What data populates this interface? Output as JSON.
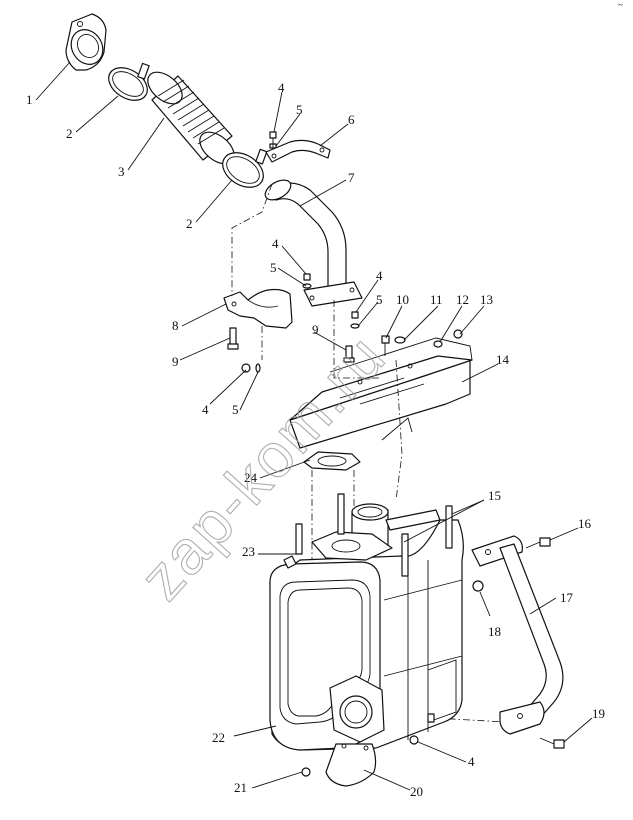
{
  "watermark": "zap-kom.ru",
  "corner_mark": "~",
  "callouts": [
    {
      "id": "c1",
      "text": "1"
    },
    {
      "id": "c2a",
      "text": "2"
    },
    {
      "id": "c3",
      "text": "3"
    },
    {
      "id": "c2b",
      "text": "2"
    },
    {
      "id": "c4a",
      "text": "4"
    },
    {
      "id": "c5a",
      "text": "5"
    },
    {
      "id": "c6",
      "text": "6"
    },
    {
      "id": "c7",
      "text": "7"
    },
    {
      "id": "c4b",
      "text": "4"
    },
    {
      "id": "c5b",
      "text": "5"
    },
    {
      "id": "c4c",
      "text": "4"
    },
    {
      "id": "c5c",
      "text": "5"
    },
    {
      "id": "c8",
      "text": "8"
    },
    {
      "id": "c9a",
      "text": "9"
    },
    {
      "id": "c9b",
      "text": "9"
    },
    {
      "id": "c4d",
      "text": "4"
    },
    {
      "id": "c5d",
      "text": "5"
    },
    {
      "id": "c10",
      "text": "10"
    },
    {
      "id": "c11",
      "text": "11"
    },
    {
      "id": "c12",
      "text": "12"
    },
    {
      "id": "c13",
      "text": "13"
    },
    {
      "id": "c14",
      "text": "14"
    },
    {
      "id": "c24",
      "text": "24"
    },
    {
      "id": "c15",
      "text": "15"
    },
    {
      "id": "c16",
      "text": "16"
    },
    {
      "id": "c23",
      "text": "23"
    },
    {
      "id": "c17",
      "text": "17"
    },
    {
      "id": "c18",
      "text": "18"
    },
    {
      "id": "c22",
      "text": "22"
    },
    {
      "id": "c19",
      "text": "19"
    },
    {
      "id": "c4e",
      "text": "4"
    },
    {
      "id": "c21",
      "text": "21"
    },
    {
      "id": "c20",
      "text": "20"
    }
  ]
}
